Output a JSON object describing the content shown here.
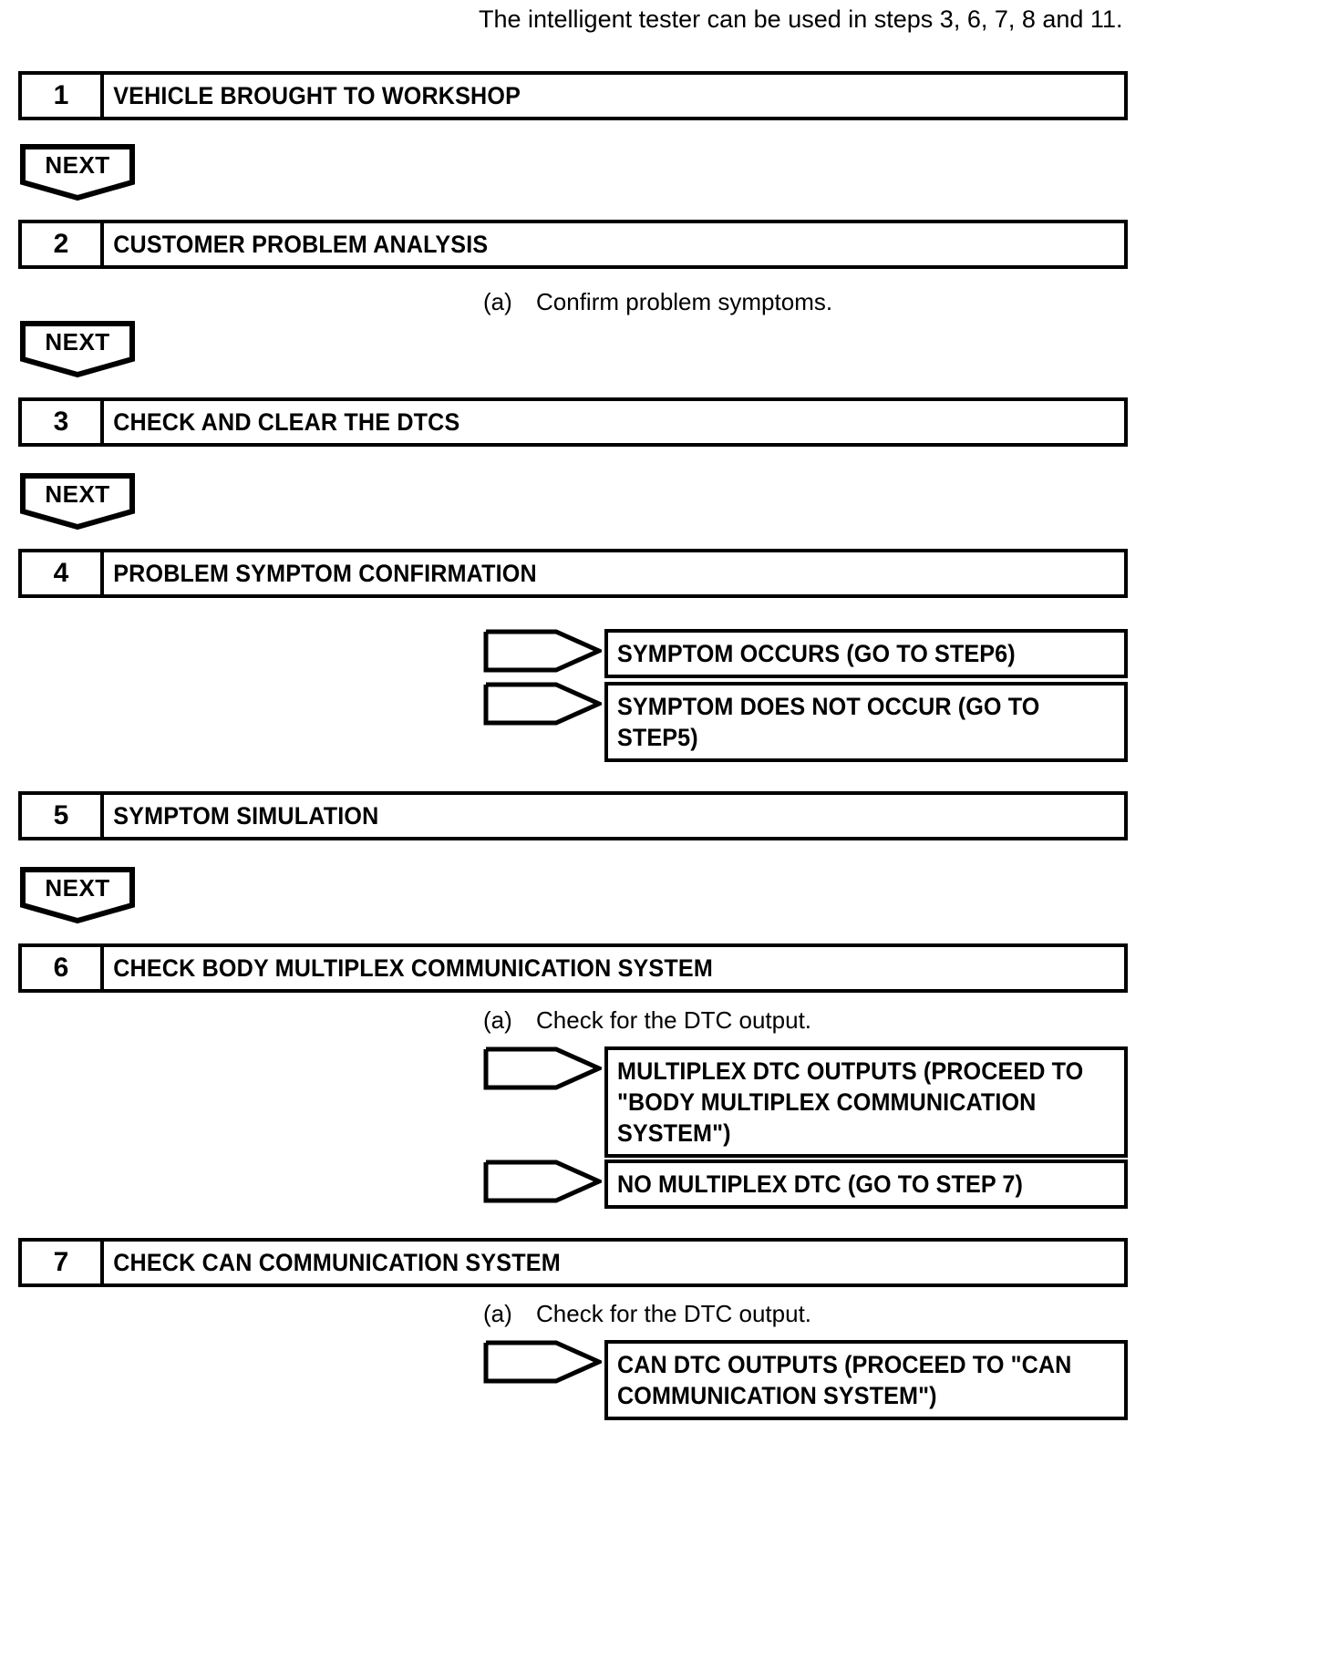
{
  "header": {
    "note": "The intelligent tester can be used in steps 3, 6, 7, 8 and 11."
  },
  "labels": {
    "next": "NEXT"
  },
  "steps": [
    {
      "number": "1",
      "title": "VEHICLE BROUGHT TO WORKSHOP"
    },
    {
      "number": "2",
      "title": "CUSTOMER PROBLEM ANALYSIS"
    },
    {
      "number": "3",
      "title": "CHECK AND CLEAR THE DTCS"
    },
    {
      "number": "4",
      "title": "PROBLEM SYMPTOM CONFIRMATION"
    },
    {
      "number": "5",
      "title": "SYMPTOM SIMULATION"
    },
    {
      "number": "6",
      "title": "CHECK BODY MULTIPLEX COMMUNICATION SYSTEM"
    },
    {
      "number": "7",
      "title": "CHECK CAN COMMUNICATION SYSTEM"
    }
  ],
  "notes": {
    "step2": {
      "marker": "(a)",
      "text": "Confirm problem symptoms."
    },
    "step6": {
      "marker": "(a)",
      "text": "Check for the DTC output."
    },
    "step7": {
      "marker": "(a)",
      "text": "Check for the DTC output."
    }
  },
  "branches": {
    "step4": [
      {
        "line1": "SYMPTOM OCCURS (GO TO STEP6)",
        "line2": "",
        "line3": ""
      },
      {
        "line1": "SYMPTOM DOES NOT OCCUR (GO TO",
        "line2": "STEP5)",
        "line3": ""
      }
    ],
    "step6": [
      {
        "line1": "MULTIPLEX DTC OUTPUTS (PROCEED TO",
        "line2": "\"BODY MULTIPLEX COMMUNICATION",
        "line3": "SYSTEM\")"
      },
      {
        "line1": "NO MULTIPLEX DTC (GO TO STEP 7)",
        "line2": "",
        "line3": ""
      }
    ],
    "step7": [
      {
        "line1": "CAN DTC OUTPUTS (PROCEED TO \"CAN",
        "line2": "COMMUNICATION SYSTEM\")",
        "line3": ""
      }
    ]
  }
}
